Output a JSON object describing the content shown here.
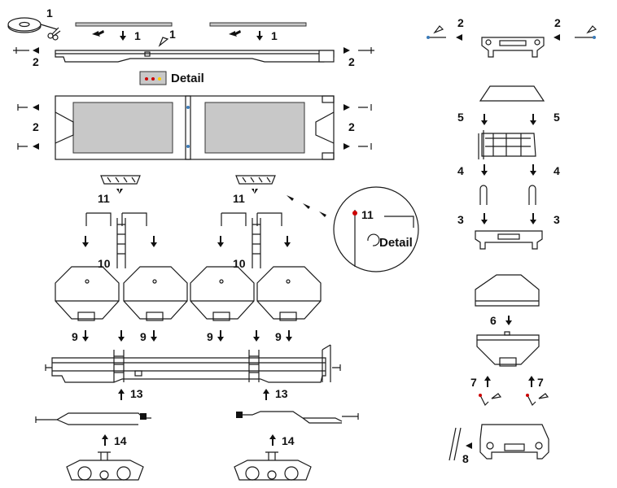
{
  "steps": {
    "s1a": "1",
    "s1b": "1",
    "s1c": "1",
    "s1d": "1",
    "s2a": "2",
    "s2b": "2",
    "s2c": "2",
    "s2d": "2",
    "s2e": "2",
    "s2f": "2",
    "s3a": "3",
    "s3b": "3",
    "s4a": "4",
    "s4b": "4",
    "s5a": "5",
    "s5b": "5",
    "s6": "6",
    "s7a": "7",
    "s7b": "7",
    "s8": "8",
    "s9a": "9",
    "s9b": "9",
    "s9c": "9",
    "s9d": "9",
    "s10a": "10",
    "s10b": "10",
    "s11a": "11",
    "s11b": "11",
    "s11c": "11",
    "s13a": "13",
    "s13b": "13",
    "s14a": "14",
    "s14b": "14"
  },
  "labels": {
    "detail_top": "Detail",
    "detail_circle": "Detail"
  }
}
